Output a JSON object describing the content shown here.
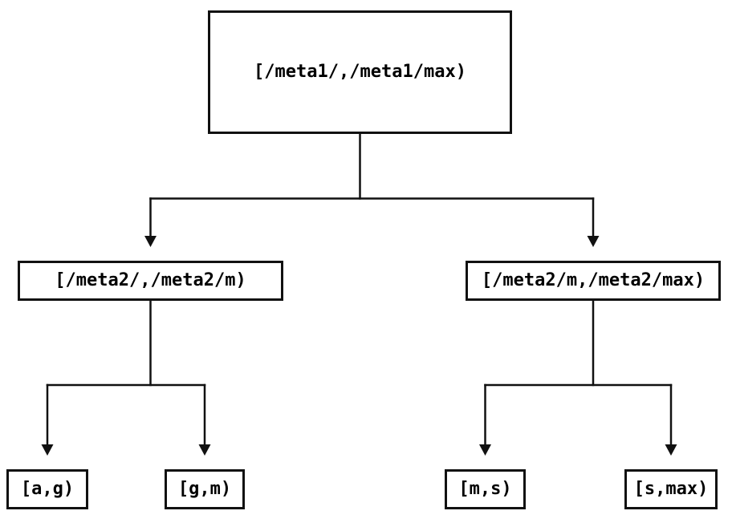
{
  "diagram": {
    "type": "tree",
    "background_color": "#ffffff",
    "line_color": "#111111",
    "text_color": "#000000",
    "nodes": {
      "root": {
        "label": "[/meta1/,/meta1/max)"
      },
      "meta2_left": {
        "label": "[/meta2/,/meta2/m)"
      },
      "meta2_right": {
        "label": "[/meta2/m,/meta2/max)"
      },
      "leaf_ag": {
        "label": "[a,g)"
      },
      "leaf_gm": {
        "label": "[g,m)"
      },
      "leaf_ms": {
        "label": "[m,s)"
      },
      "leaf_smax": {
        "label": "[s,max)"
      }
    },
    "edges": [
      {
        "from": "root",
        "to": "meta2_left"
      },
      {
        "from": "root",
        "to": "meta2_right"
      },
      {
        "from": "meta2_left",
        "to": "leaf_ag"
      },
      {
        "from": "meta2_left",
        "to": "leaf_gm"
      },
      {
        "from": "meta2_right",
        "to": "leaf_ms"
      },
      {
        "from": "meta2_right",
        "to": "leaf_smax"
      }
    ]
  }
}
